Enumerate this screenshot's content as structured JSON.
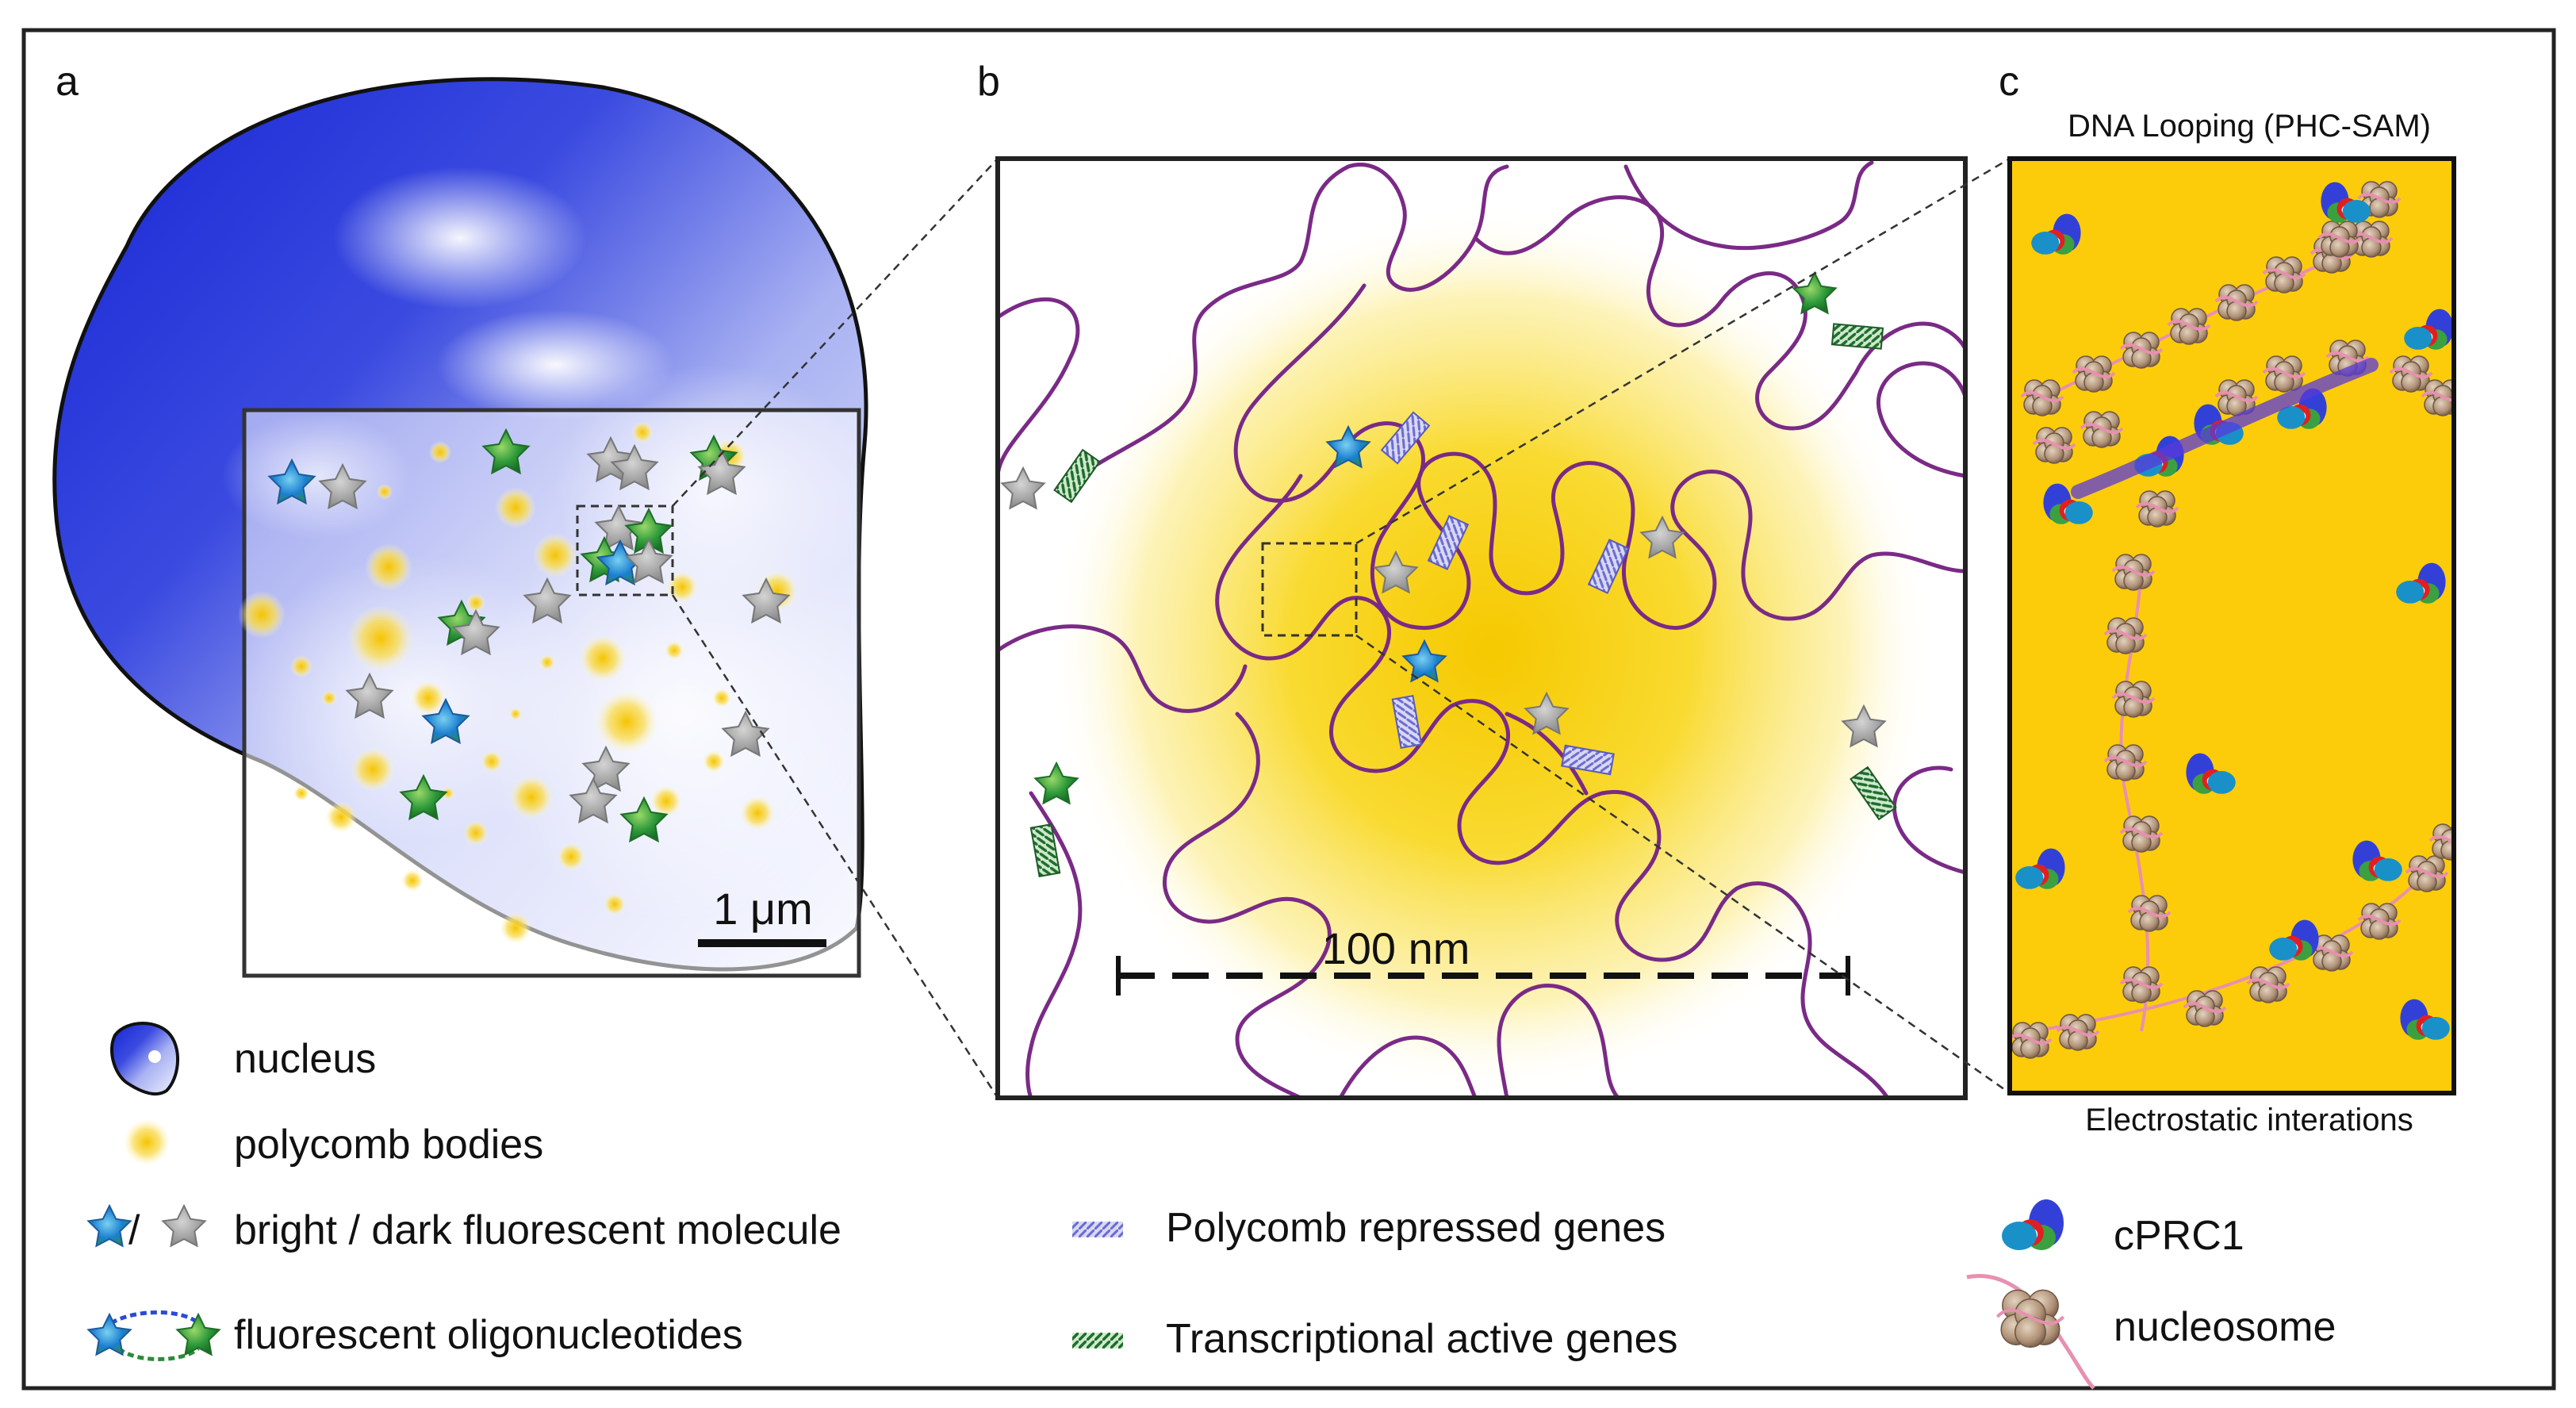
{
  "panels": {
    "a": {
      "letter": "a",
      "scale_bar_label": "1 μm"
    },
    "b": {
      "letter": "b",
      "scale_bar_label": "100 nm"
    },
    "c": {
      "letter": "c",
      "top_caption": "DNA Looping (PHC-SAM)",
      "bottom_caption": "Electrostatic interations"
    }
  },
  "legend": {
    "nucleus": "nucleus",
    "polycomb_bodies": "polycomb bodies",
    "molecule_separator": "/",
    "fluorescent_molecule": "bright / dark fluorescent molecule",
    "oligonucleotides": "fluorescent oligonucleotides",
    "repressed_genes": "Polycomb repressed genes",
    "active_genes": "Transcriptional active genes",
    "cprc1": "cPRC1",
    "nucleosome": "nucleosome"
  },
  "colors": {
    "nucleus_blue": "#1a2bd6",
    "polycomb_yellow": "#f9d000",
    "chromatin_purple": "#7a2a86",
    "star_green": "#2e9a3a",
    "star_blue": "#1a7fd0",
    "star_gray": "#9a9a9a",
    "panel_c_bg": "#fccc0a",
    "nucleosome_brown": "#b79a7e",
    "dna_pink": "#e890b0"
  }
}
